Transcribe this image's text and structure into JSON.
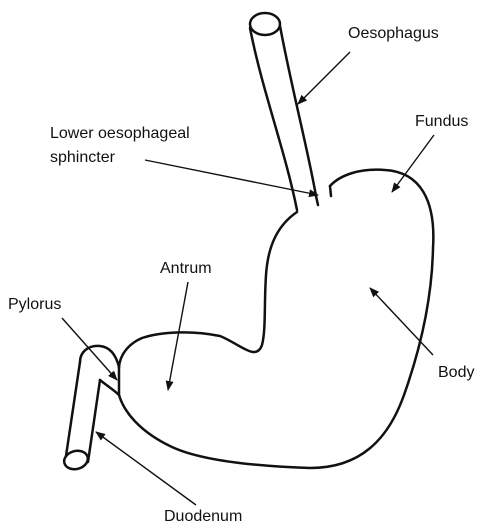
{
  "labels": {
    "oesophagus": "Oesophagus",
    "fundus": "Fundus",
    "les_line1": "Lower oesophageal",
    "les_line2": "sphincter",
    "antrum": "Antrum",
    "pylorus": "Pylorus",
    "body": "Body",
    "duodenum": "Duodenum"
  }
}
